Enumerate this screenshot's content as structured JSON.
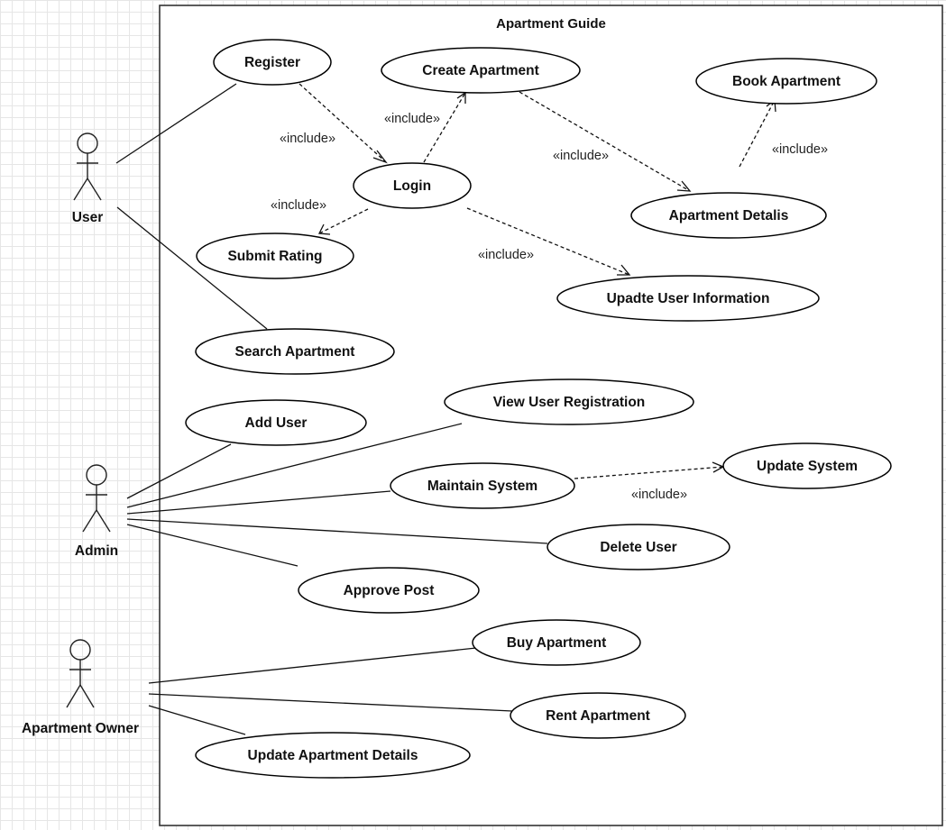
{
  "system": {
    "title": "Apartment Guide"
  },
  "actors": {
    "user": "User",
    "admin": "Admin",
    "owner": "Apartment Owner"
  },
  "use_cases": {
    "register": "Register",
    "create_apartment": "Create Apartment",
    "book_apartment": "Book Apartment",
    "login": "Login",
    "apartment_details": "Apartment Detalis",
    "submit_rating": "Submit Rating",
    "update_user_info": "Upadte User Information",
    "search_apartment": "Search Apartment",
    "view_user_registration": "View User Registration",
    "add_user": "Add User",
    "maintain_system": "Maintain System",
    "update_system": "Update System",
    "delete_user": "Delete User",
    "approve_post": "Approve Post",
    "buy_apartment": "Buy Apartment",
    "rent_apartment": "Rent Apartment",
    "update_apartment_details": "Update Apartment Details"
  },
  "stereotype": "«include»"
}
